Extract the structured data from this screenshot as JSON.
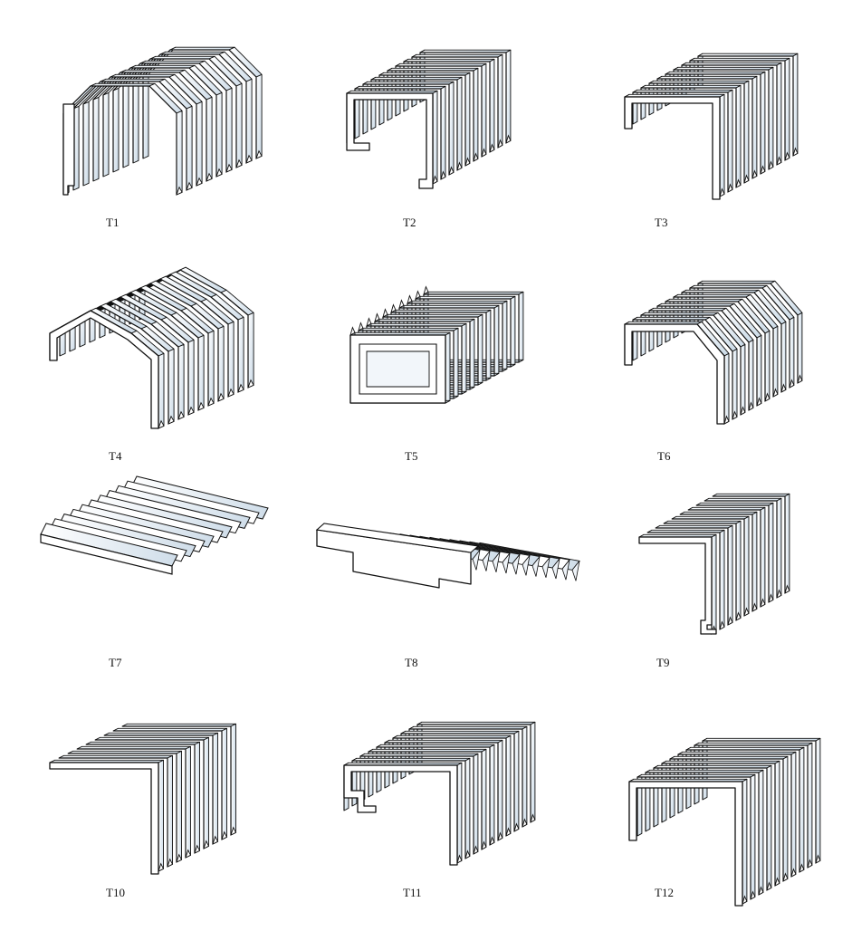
{
  "figure": {
    "panels": [
      {
        "label": "T1",
        "shape": "arch-hexagonal"
      },
      {
        "label": "T2",
        "shape": "c-profile-hooked"
      },
      {
        "label": "T3",
        "shape": "u-profile"
      },
      {
        "label": "T4",
        "shape": "roof-peaked"
      },
      {
        "label": "T5",
        "shape": "closed-rectangular-frame"
      },
      {
        "label": "T6",
        "shape": "u-profile-sloped-wing"
      },
      {
        "label": "T7",
        "shape": "flat-folds"
      },
      {
        "label": "T8",
        "shape": "flat-telescopic-plate"
      },
      {
        "label": "T9",
        "shape": "l-profile-hook"
      },
      {
        "label": "T10",
        "shape": "l-profile-drop"
      },
      {
        "label": "T11",
        "shape": "c-profile-inner-lip"
      },
      {
        "label": "T12",
        "shape": "u-profile-wide"
      }
    ],
    "colors": {
      "outline": "#111111",
      "fold_light": "#ffffff",
      "fold_shade": "#d7e3ef",
      "face": "#ffffff"
    }
  }
}
